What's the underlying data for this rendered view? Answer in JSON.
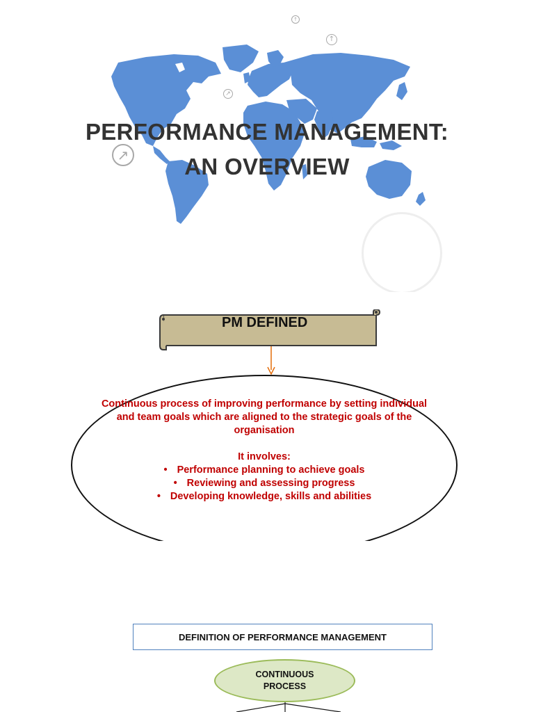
{
  "slide1": {
    "title_line1": "PERFORMANCE MANAGEMENT:",
    "title_line2": "AN OVERVIEW",
    "map_color": "#5b8fd6"
  },
  "slide2": {
    "banner_label": "PM DEFINED",
    "banner_color": "#c7bb94",
    "definition": "Continuous process of improving performance by setting individual and team goals which are aligned to the strategic goals of the organisation",
    "involves_heading": "It involves:",
    "bullets": [
      "Performance planning to achieve goals",
      "Reviewing and assessing progress",
      "Developing knowledge, skills and abilities"
    ],
    "text_color": "#c00000",
    "connector_color": "#e36c09"
  },
  "slide3": {
    "box_label": "DEFINITION OF PERFORMANCE MANAGEMENT",
    "process_line1": "CONTINUOUS",
    "process_line2": "PROCESS",
    "box_border_color": "#4f81bd",
    "process_fill": "#dde8c6",
    "process_border": "#9bbb59"
  }
}
